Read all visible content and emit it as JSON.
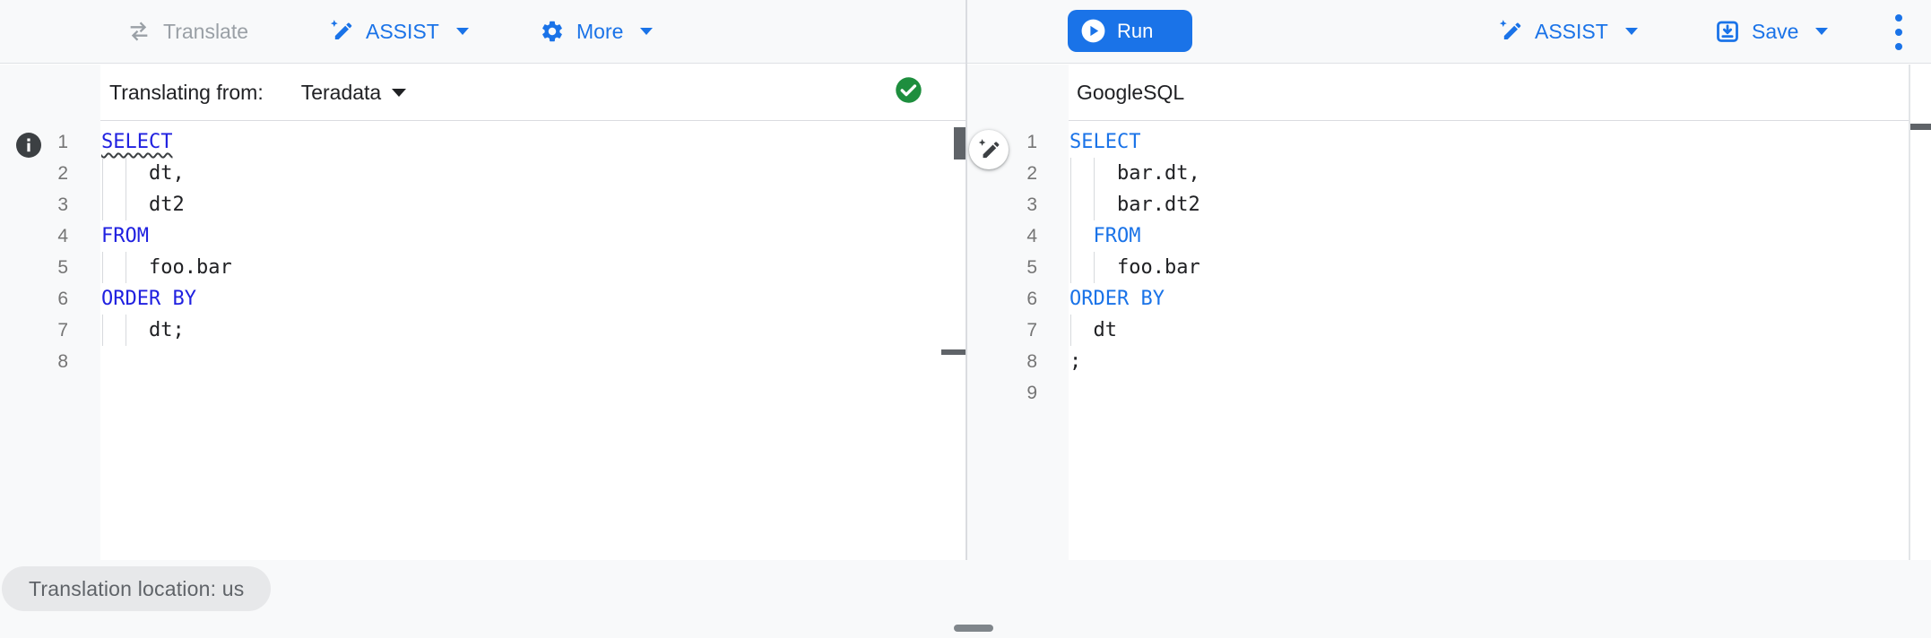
{
  "toolbar_left": {
    "translate_label": "Translate",
    "assist_label": "ASSIST",
    "more_label": "More"
  },
  "toolbar_right": {
    "run_label": "Run",
    "assist_label": "ASSIST",
    "save_label": "Save"
  },
  "left_editor": {
    "header_label": "Translating from:",
    "source_dialect": "Teradata",
    "status": "translation-success",
    "keyword_color": "#2021e0",
    "lines": [
      {
        "indent": 0,
        "guides": [],
        "segments": [
          {
            "text": "SELECT",
            "kind": "keyword",
            "squiggle": true
          }
        ]
      },
      {
        "indent": 4,
        "guides": [
          0,
          2
        ],
        "segments": [
          {
            "text": "dt,",
            "kind": "plain"
          }
        ]
      },
      {
        "indent": 4,
        "guides": [
          0,
          2
        ],
        "segments": [
          {
            "text": "dt2",
            "kind": "plain"
          }
        ]
      },
      {
        "indent": 0,
        "guides": [],
        "segments": [
          {
            "text": "FROM",
            "kind": "keyword"
          }
        ]
      },
      {
        "indent": 4,
        "guides": [
          0,
          2
        ],
        "segments": [
          {
            "text": "foo.bar",
            "kind": "plain"
          }
        ]
      },
      {
        "indent": 0,
        "guides": [],
        "segments": [
          {
            "text": "ORDER BY",
            "kind": "keyword"
          }
        ]
      },
      {
        "indent": 4,
        "guides": [
          0,
          2
        ],
        "segments": [
          {
            "text": "dt;",
            "kind": "plain"
          }
        ]
      },
      {
        "indent": 0,
        "guides": [],
        "segments": []
      }
    ]
  },
  "right_editor": {
    "header_label": "GoogleSQL",
    "keyword_color": "#1a73e8",
    "lines": [
      {
        "indent": 0,
        "guides": [],
        "segments": [
          {
            "text": "SELECT",
            "kind": "keyword"
          }
        ]
      },
      {
        "indent": 4,
        "guides": [
          0,
          2
        ],
        "segments": [
          {
            "text": "bar.dt,",
            "kind": "plain"
          }
        ]
      },
      {
        "indent": 4,
        "guides": [
          0,
          2
        ],
        "segments": [
          {
            "text": "bar.dt2",
            "kind": "plain"
          }
        ]
      },
      {
        "indent": 2,
        "guides": [
          0
        ],
        "segments": [
          {
            "text": "FROM",
            "kind": "keyword"
          }
        ]
      },
      {
        "indent": 4,
        "guides": [
          0,
          2
        ],
        "segments": [
          {
            "text": "foo.bar",
            "kind": "plain"
          }
        ]
      },
      {
        "indent": 0,
        "guides": [],
        "segments": [
          {
            "text": "ORDER BY",
            "kind": "keyword"
          }
        ]
      },
      {
        "indent": 2,
        "guides": [
          0
        ],
        "segments": [
          {
            "text": "dt",
            "kind": "plain"
          }
        ]
      },
      {
        "indent": 0,
        "guides": [],
        "segments": [
          {
            "text": ";",
            "kind": "plain"
          }
        ]
      },
      {
        "indent": 0,
        "guides": [],
        "segments": []
      }
    ]
  },
  "footer": {
    "location_chip": "Translation location: us"
  },
  "icons": {
    "translate": "swap-arrows-icon",
    "assist": "ai-pen-icon",
    "more": "gear-icon",
    "run": "play-circle-icon",
    "save": "save-tray-icon",
    "overflow": "kebab-menu-icon",
    "status": "check-circle-icon",
    "info": "info-circle-icon",
    "floating_assist": "ai-pen-icon"
  },
  "colors": {
    "accent_blue": "#1a73e8",
    "disabled_gray": "#9aa0a6",
    "success_green": "#1e8e3e",
    "gutter_gray": "#f8f9fa",
    "left_keyword_blue": "#2021e0",
    "right_keyword_blue": "#1a73e8"
  }
}
